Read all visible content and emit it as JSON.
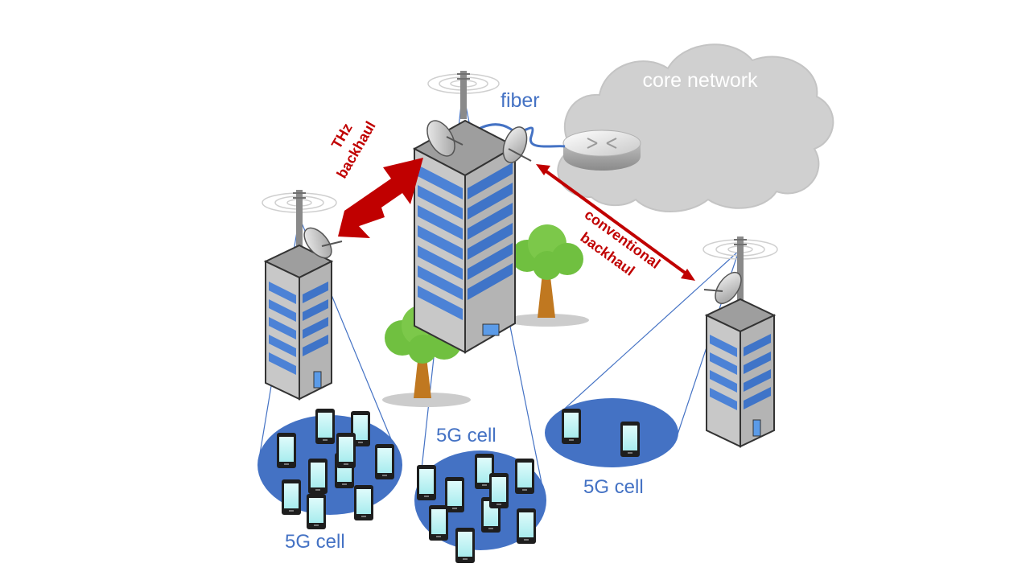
{
  "labels": {
    "core_network": "core network",
    "fiber": "fiber",
    "thz_backhaul_1": "THz",
    "thz_backhaul_2": "backhaul",
    "conventional_backhaul_1": "conventional",
    "conventional_backhaul_2": "backhaul",
    "cell_left": "5G cell",
    "cell_center": "5G cell",
    "cell_right": "5G cell"
  },
  "colors": {
    "backhaul_red": "#c00000",
    "cell_blue": "#4472c4",
    "label_blue": "#4472c4",
    "fiber_blue": "#4472c4",
    "cloud_gray": "#d0d0d0",
    "cloud_text": "#ffffff",
    "tree_green": "#70c040",
    "trunk_brown": "#c07820"
  },
  "counts": {
    "phones_left_cell": 10,
    "phones_center_cell": 9,
    "phones_right_cell": 2
  }
}
